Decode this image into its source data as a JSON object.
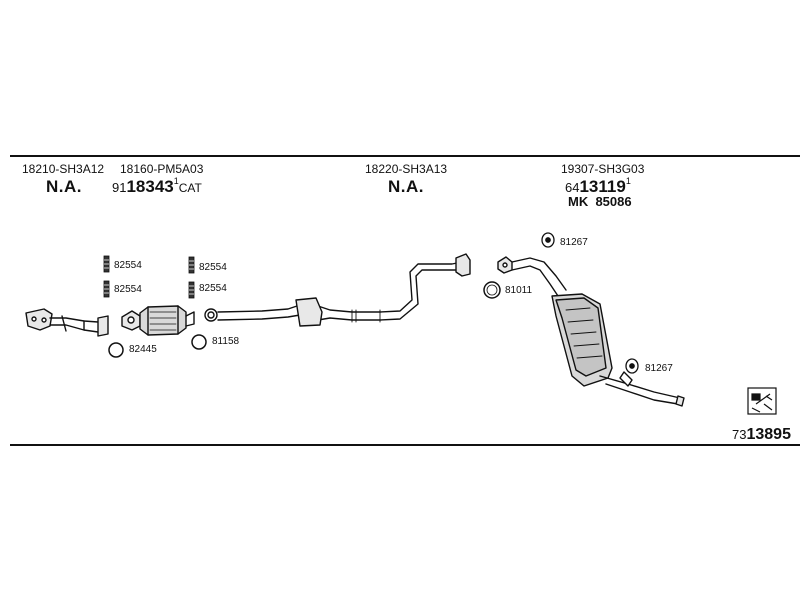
{
  "columns": [
    {
      "oe": "18210-SH3A12",
      "status": "N.A."
    },
    {
      "oe": "18160-PM5A03",
      "prefix": "91",
      "number": "18343",
      "superscript": "1",
      "suffix": "CAT"
    },
    {
      "oe": "18220-SH3A13",
      "status": "N.A."
    },
    {
      "oe": "19307-SH3G03",
      "prefix": "64",
      "number": "13119",
      "superscript": "1",
      "extra_prefix": "MK",
      "extra_number": "85086"
    }
  ],
  "parts": {
    "p1": "82554",
    "p2": "82554",
    "p3": "82554",
    "p4": "82554",
    "p5": "82445",
    "p6": "81158",
    "p7": "81267",
    "p8": "81011",
    "p9": "81267"
  },
  "reference": {
    "prefix": "73",
    "number": "13895"
  },
  "icons": [
    "bolt-icon",
    "gasket-ring-icon",
    "rubber-mount-icon",
    "exhaust-diagram",
    "document-icon"
  ]
}
